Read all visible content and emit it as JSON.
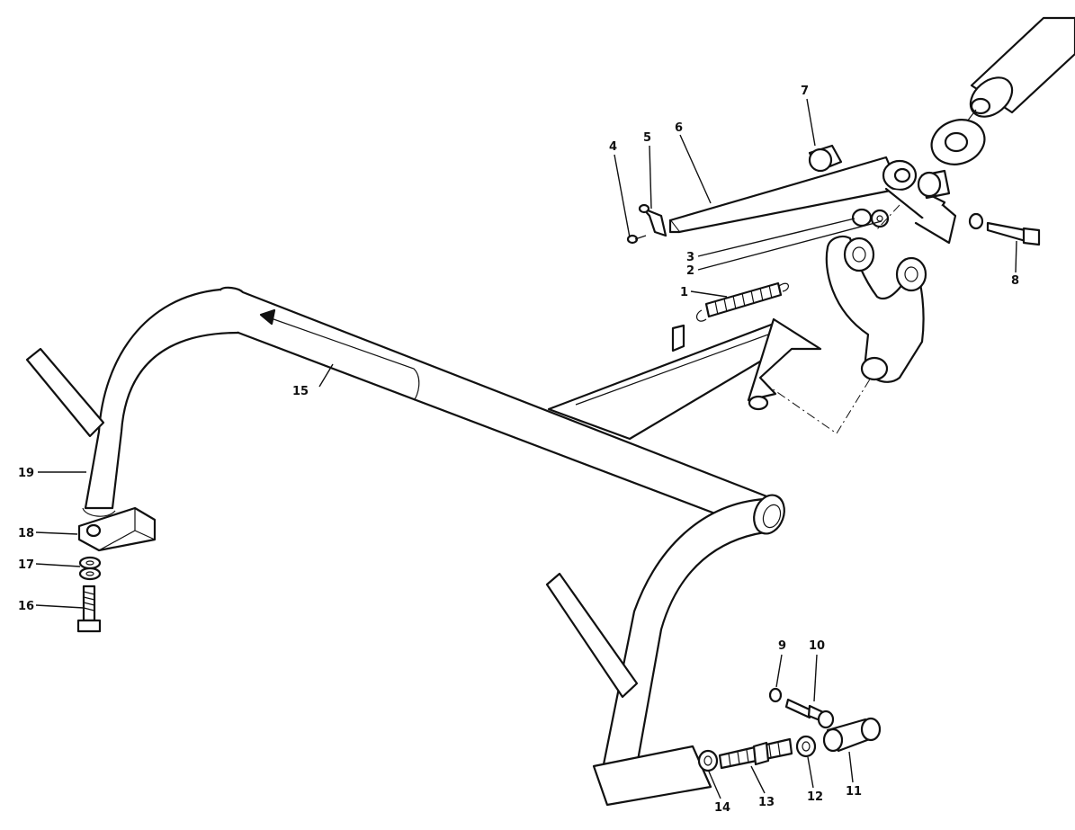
{
  "diagram": {
    "callouts": {
      "c1": "1",
      "c2": "2",
      "c3": "3",
      "c4": "4",
      "c5": "5",
      "c6": "6",
      "c7": "7",
      "c8": "8",
      "c9": "9",
      "c10": "10",
      "c11": "11",
      "c12": "12",
      "c13": "13",
      "c14": "14",
      "c15": "15",
      "c16": "16",
      "c17": "17",
      "c18": "18",
      "c19": "19"
    },
    "colors": {
      "ink": "#111111",
      "paper": "#ffffff"
    }
  }
}
